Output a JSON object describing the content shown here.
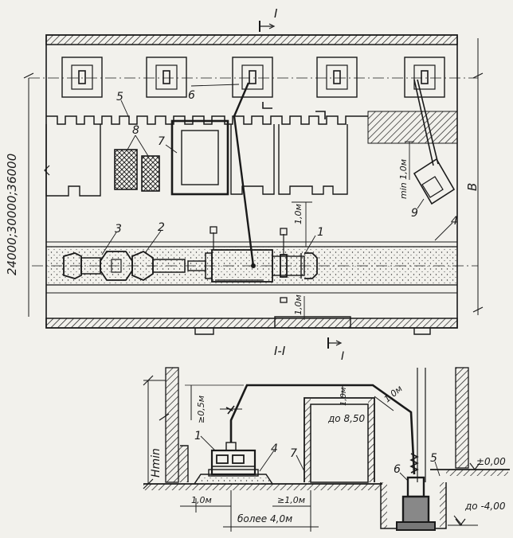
{
  "top_view": {
    "section_mark": "I",
    "dimension_vertical": "24000;30000;36000",
    "span_letter": "B",
    "gap_label": "1,0м",
    "clearance_label": "min 1,0м",
    "callouts": [
      "1",
      "2",
      "3",
      "4",
      "5",
      "6",
      "7",
      "8",
      "9"
    ]
  },
  "section_view": {
    "title": "I-I",
    "section_mark": "I",
    "h_label": "Hmin",
    "above_label": "≥0,5м",
    "roof_gap": "1,0м",
    "diag_gap": "1,0м",
    "height_label": "до 8,50",
    "zero_label": "±0,00",
    "depth_label": "до -4,00",
    "left_gap": "1,0м",
    "mid_gap": "≥1,0м",
    "total_gap": "более 4,0м",
    "callouts": [
      "1",
      "4",
      "7",
      "6",
      "5"
    ]
  }
}
